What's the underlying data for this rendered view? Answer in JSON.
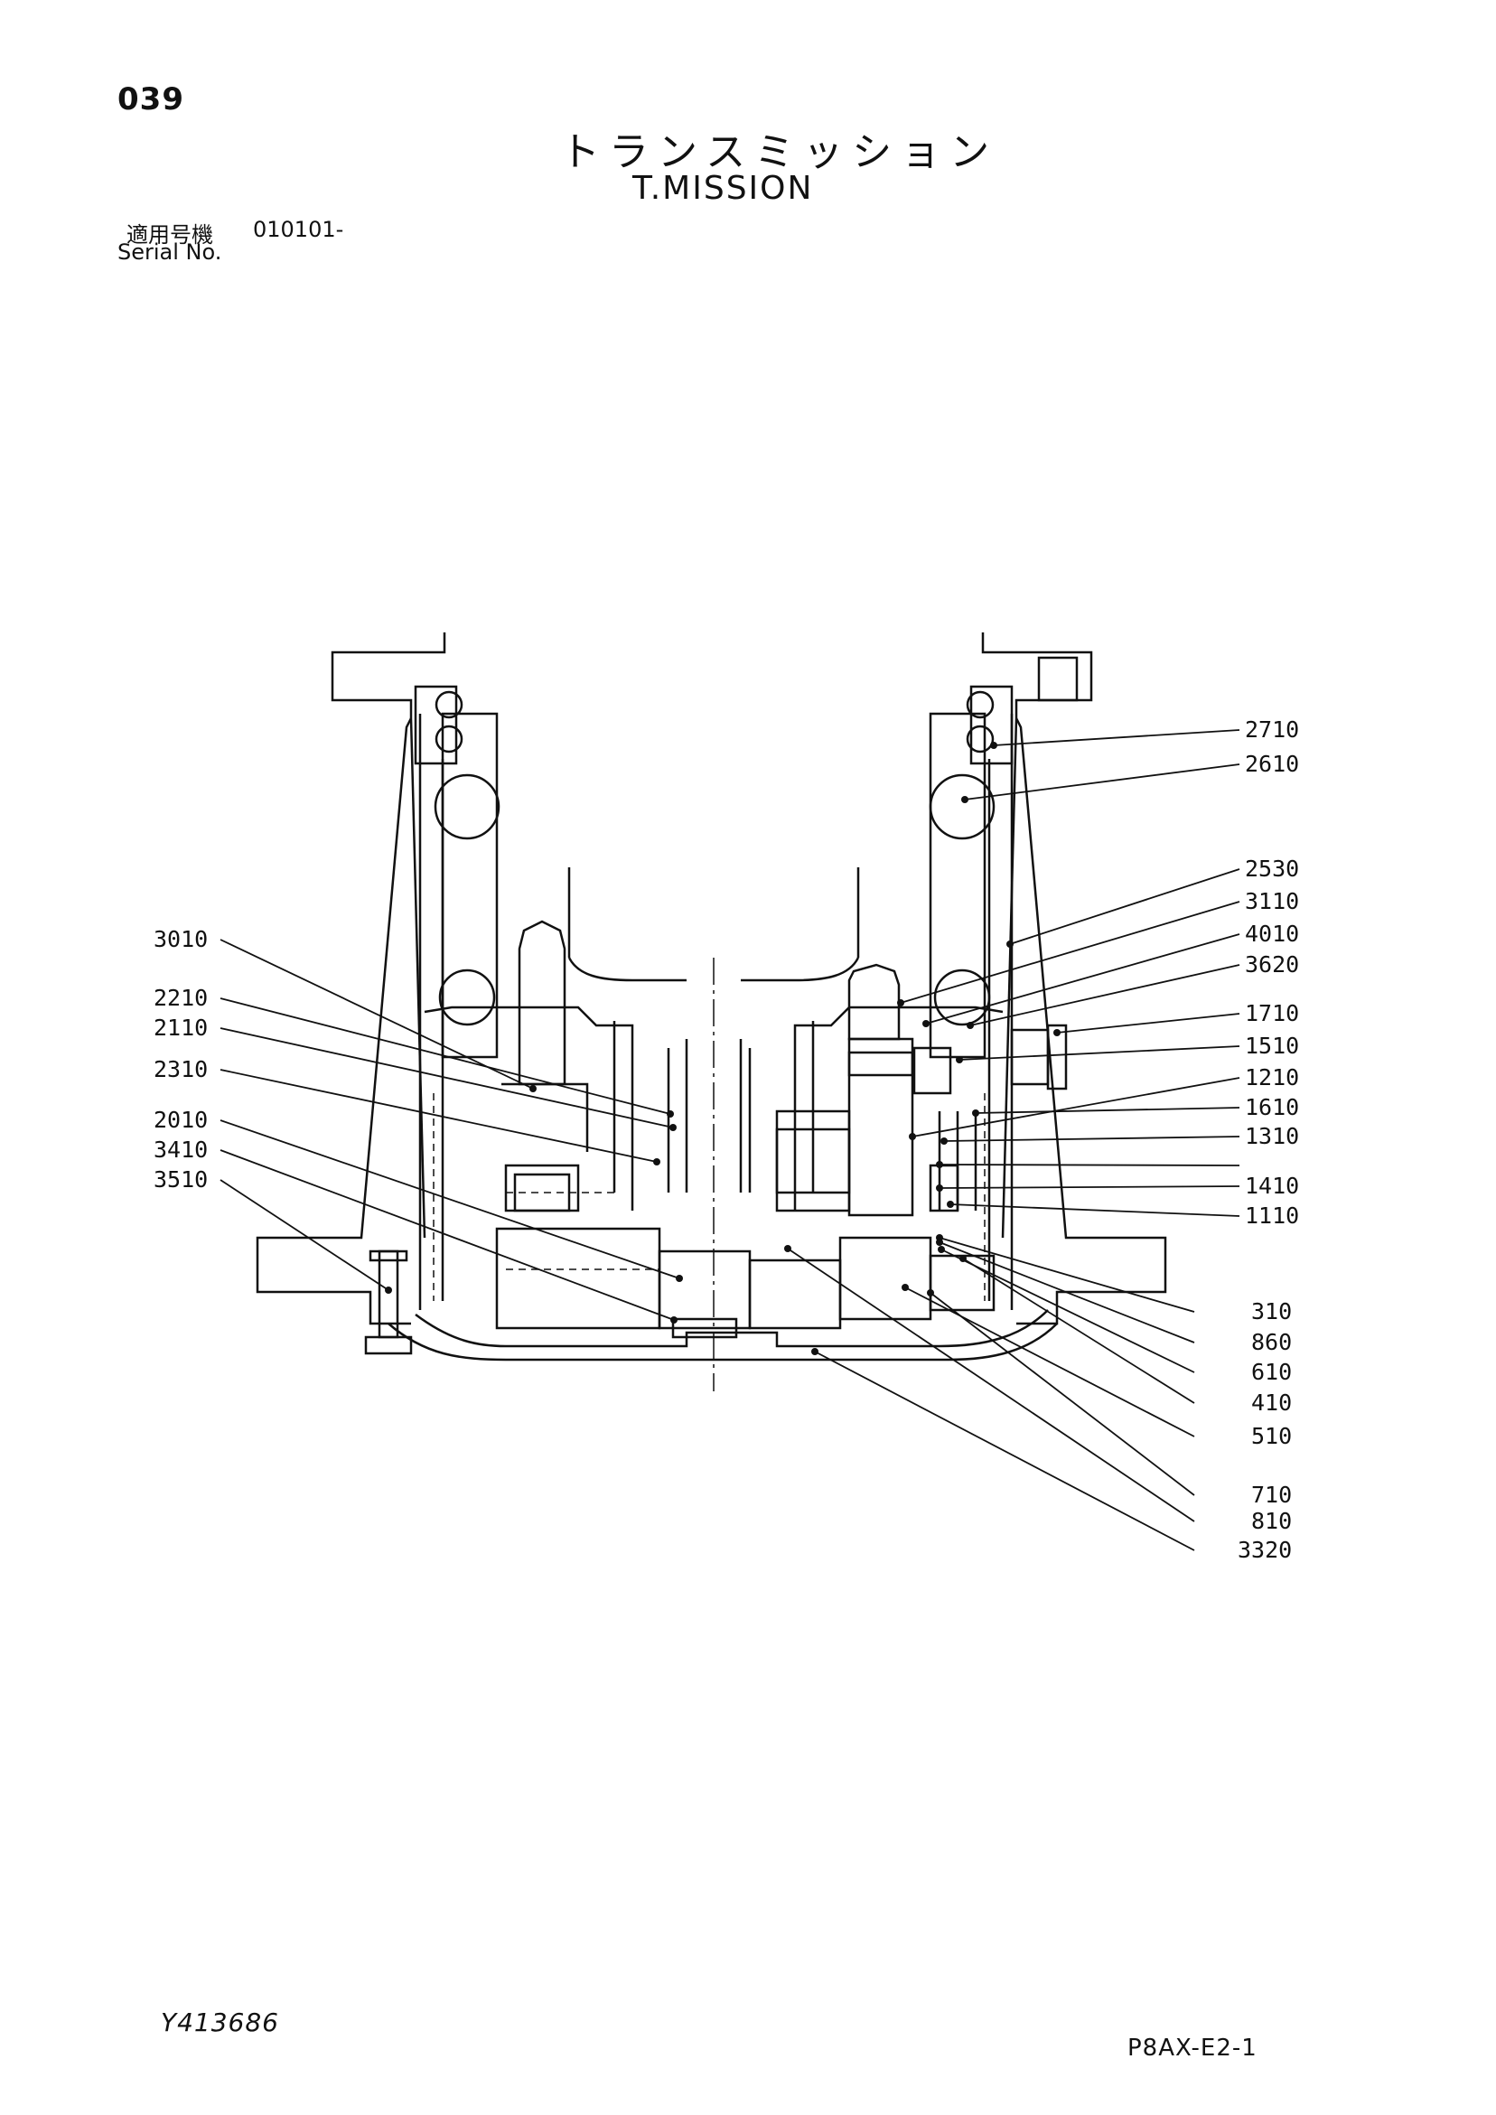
{
  "page_number": "039",
  "title_jp": "トランスミッション",
  "title_en": "T.MISSION",
  "serial": {
    "label_jp": "適用号機",
    "value": "010101-",
    "label_en": "Serial No."
  },
  "doc_id": "Y413686",
  "page_code": "P8AX-E2-1",
  "labels": {
    "l3010": "3010",
    "l2210": "2210",
    "l2110": "2110",
    "l2310": "2310",
    "l2010": "2010",
    "l3410": "3410",
    "l3510": "3510",
    "r2710": "2710",
    "r2610": "2610",
    "r2530": "2530",
    "r3110": "3110",
    "r4010": "4010",
    "r3620": "3620",
    "r1710": "1710",
    "r1510": "1510",
    "r1210": "1210",
    "r1610": "1610",
    "r1310": "1310",
    "r1410": "1410",
    "r1110": "1110",
    "r310": "310",
    "r860": "860",
    "r610": "610",
    "r410": "410",
    "r510": "510",
    "r710": "710",
    "r810": "810",
    "r3320": "3320"
  }
}
